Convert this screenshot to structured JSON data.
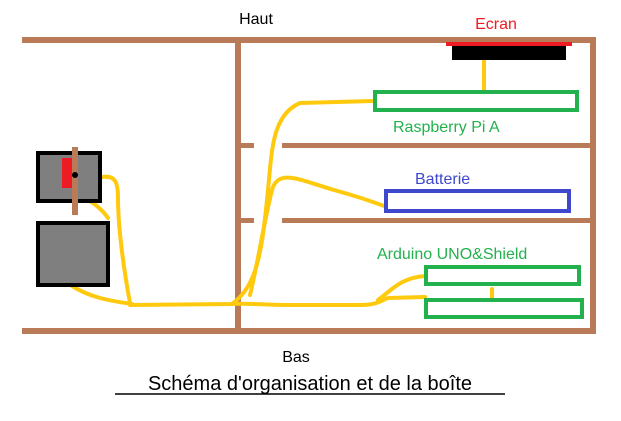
{
  "labels": {
    "top": "Haut",
    "bottom": "Bas",
    "screen": "Ecran",
    "raspberry": "Raspberry Pi A",
    "battery": "Batterie",
    "arduino": "Arduino UNO&Shield",
    "caption": "Schéma d'organisation et de la boîte"
  },
  "colors": {
    "wood": "#b97a57",
    "wire": "#ffc90e",
    "green": "#22b14c",
    "blue": "#3f48cc",
    "red": "#ed1c24",
    "gray": "#7f7f7f",
    "black": "#000000"
  }
}
